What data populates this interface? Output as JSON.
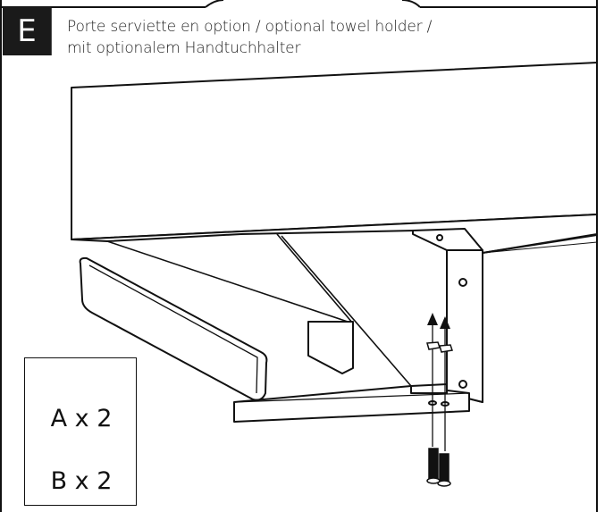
{
  "step": {
    "letter": "E"
  },
  "title": {
    "line1": "Porte serviette en option / optional towel holder /",
    "line2": "mit optionalem Handtuchhalter"
  },
  "parts": [
    {
      "icon": "screw-icon",
      "label": "A x 2"
    },
    {
      "icon": "hex-nut-icon",
      "label": "B x 2"
    }
  ],
  "colors": {
    "line": "#111111",
    "badge": "#1a1a1a",
    "background": "#ffffff"
  }
}
